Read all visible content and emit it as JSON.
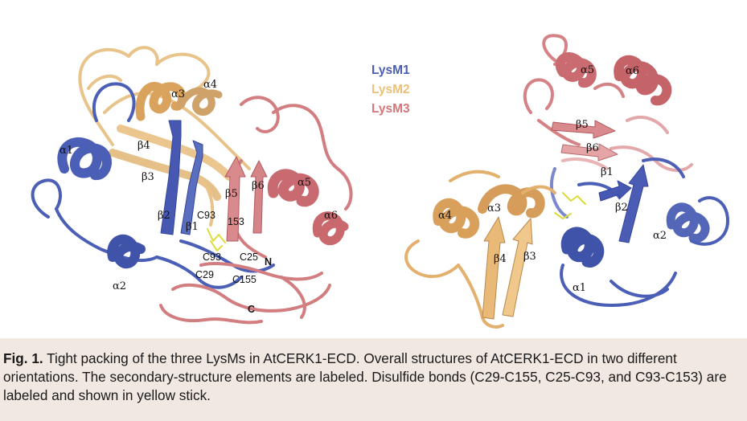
{
  "legend": [
    {
      "label": "LysM1",
      "color": "#4a5fb4"
    },
    {
      "label": "LysM2",
      "color": "#edc07a"
    },
    {
      "label": "LysM3",
      "color": "#d4767a"
    }
  ],
  "left_structure_labels": {
    "alpha1": "α1",
    "alpha2": "α2",
    "alpha3": "α3",
    "alpha4": "α4",
    "alpha5": "α5",
    "alpha6": "α6",
    "beta1": "β1",
    "beta2": "β2",
    "beta3": "β3",
    "beta4": "β4",
    "beta5": "β5",
    "beta6": "β6",
    "c93_top": "C93",
    "r153": "153",
    "c93_bottom": "C93",
    "c25": "C25",
    "n_term": "N",
    "c29": "C29",
    "c155": "C155",
    "c_term": "C"
  },
  "right_structure_labels": {
    "alpha1": "α1",
    "alpha2": "α2",
    "alpha3": "α3",
    "alpha4": "α4",
    "alpha5": "α5",
    "alpha6": "α6",
    "beta1": "β1",
    "beta2": "β2",
    "beta3": "β3",
    "beta4": "β4",
    "beta5": "β5",
    "beta6": "β6"
  },
  "colors": {
    "lysm1": "#4a5fb4",
    "lysm2": "#edc07a",
    "lysm3": "#d4767a",
    "disulfide": "#e4e24a",
    "caption_background": "#f1e8e2"
  },
  "caption": {
    "label": "Fig. 1.",
    "text": "Tight packing of the three LysMs in AtCERK1-ECD. Overall structures of AtCERK1-ECD in two different orientations. The secondary-structure elements are labeled. Disulfide bonds (C29-C155, C25-C93, and C93-C153) are labeled and shown in yellow stick."
  }
}
